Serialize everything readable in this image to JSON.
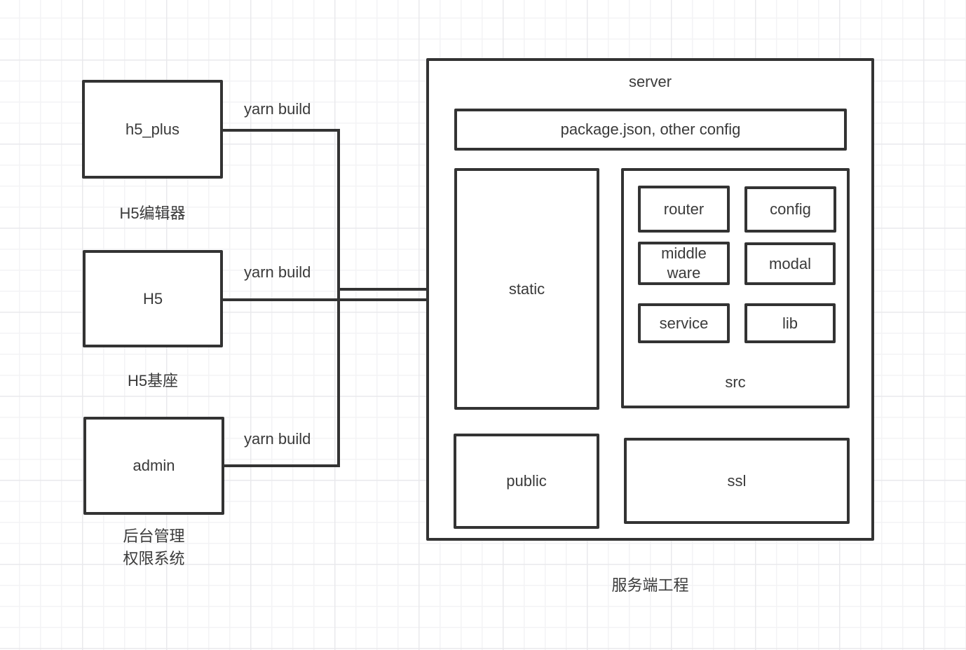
{
  "colors": {
    "line": "#333333",
    "text": "#3a3a3a",
    "grid_minor": "#f3f3f5",
    "grid_major": "#e9e9ec",
    "bg": "#ffffff"
  },
  "clients": {
    "h5_plus": {
      "label": "h5_plus",
      "caption": "H5编辑器",
      "edge_label": "yarn build"
    },
    "h5": {
      "label": "H5",
      "caption": "H5基座",
      "edge_label": "yarn build"
    },
    "admin": {
      "label": "admin",
      "caption": "后台管理\n权限系统",
      "edge_label": "yarn build"
    }
  },
  "server": {
    "title": "server",
    "config_file_box": "package.json, other config",
    "static_label": "static",
    "src": {
      "label": "src",
      "router": "router",
      "config": "config",
      "middleware": "middle\nware",
      "modal": "modal",
      "service": "service",
      "lib": "lib"
    },
    "public_label": "public",
    "ssl_label": "ssl",
    "caption": "服务端工程"
  }
}
